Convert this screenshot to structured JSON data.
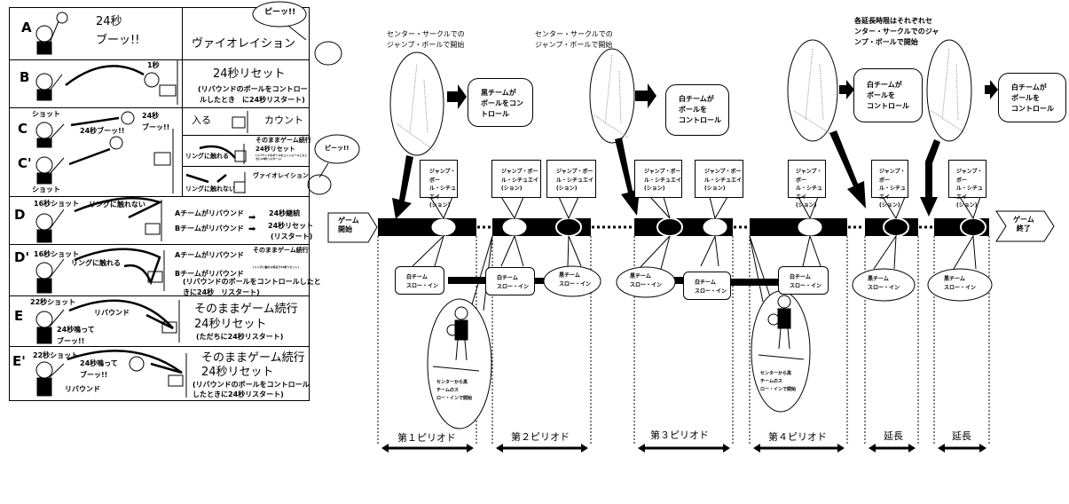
{
  "rules_table": {
    "rows": [
      {
        "letter": "A",
        "left_texts": [
          "24秒",
          "ブーッ!!"
        ],
        "right_texts": [
          "ヴァイオレイション"
        ]
      },
      {
        "letter": "B",
        "left_texts": [
          "1秒"
        ],
        "right_texts": [
          "24秒リセット",
          "(リバウンドのボールをコントロー",
          "ルしたとき　に24秒リスタート)"
        ]
      },
      {
        "letter": "C",
        "letter2": "C'",
        "left_texts": [
          "ショット",
          "24秒",
          "ブーッ!!",
          "24秒ブーッ!!",
          "ショット"
        ],
        "right_rows": [
          {
            "texts": [
              "入る",
              "カウント"
            ]
          },
          {
            "texts": [
              "リングに触れる",
              "そのままゲーム続行",
              "24秒リセット",
              "(リバウンドのボールをコントロールしたときに24秒リスタート)"
            ]
          },
          {
            "texts": [
              "リングに触れない",
              "ヴァイオレイション"
            ]
          }
        ]
      },
      {
        "letter": "D",
        "left_texts": [
          "16秒ショット",
          "リングに触れない"
        ],
        "right_texts": [
          "Aチームがリバウンド",
          "24秒継続",
          "Bチームがリバウンド",
          "24秒リセット",
          "(リスタート)"
        ]
      },
      {
        "letter": "D'",
        "left_texts": [
          "16秒ショット",
          "リングに触れる"
        ],
        "right_texts": [
          "Aチームがリバウンド",
          "そのままゲーム続行",
          "(リングに触れた時点で24秒リセット)",
          "Bチームがリバウンド",
          "(リバウンドのボールをコントロールしたと",
          "きに24秒　リスタート)"
        ]
      },
      {
        "letter": "E",
        "left_texts": [
          "22秒ショット",
          "リバウンド",
          "24秒鳴って",
          "ブーッ!!"
        ],
        "right_texts": [
          "そのままゲーム続行",
          "24秒リセット",
          "(ただちに24秒リスタート)"
        ]
      },
      {
        "letter": "E'",
        "left_texts": [
          "22秒ショット",
          "24秒鳴って",
          "ブーッ!!",
          "リバウンド"
        ],
        "right_texts": [
          "そのままゲーム続行",
          "24秒リセット",
          "(リバウンドのボールをコントロール",
          "したときに24秒リスタート)"
        ]
      }
    ],
    "whistles": [
      "ピーッ!!",
      "ピーッ!!"
    ]
  },
  "timeline": {
    "start_label": [
      "ゲーム",
      "開始"
    ],
    "end_label": [
      "ゲーム",
      "終了"
    ],
    "captions": [
      [
        "センター・サークルでの",
        "ジャンプ・ボールで開始"
      ],
      [
        "センター・サークルでの",
        "ジャンプ・ボールで開始"
      ],
      [
        "各延長時限はそれぞれセ",
        "ンター・サークルでのジャ",
        "ンプ・ボールで開始"
      ]
    ],
    "control_boxes": [
      [
        "黒チームが",
        "ボールをコン",
        "トロール"
      ],
      [
        "白チームが",
        "ボールを",
        "コントロール"
      ],
      [
        "白チームが",
        "ボールを",
        "コントロール"
      ],
      [
        "白チームが",
        "ボールを",
        "コントロール"
      ]
    ],
    "jump_ball_situation": [
      "ジャンプ・ボー",
      "ル・シチュエイ",
      "(ション)"
    ],
    "throw_ins": {
      "white": [
        "白チーム",
        "スロー・イン"
      ],
      "black": [
        "黒チーム",
        "スロー・イン"
      ]
    },
    "player_note": [
      "センターから黒",
      "チームのス",
      "ロー・インで開始"
    ],
    "periods": [
      "第１ピリオド",
      "第２ピリオド",
      "第３ピリオド",
      "第４ピリオド",
      "延長",
      "延長"
    ]
  }
}
